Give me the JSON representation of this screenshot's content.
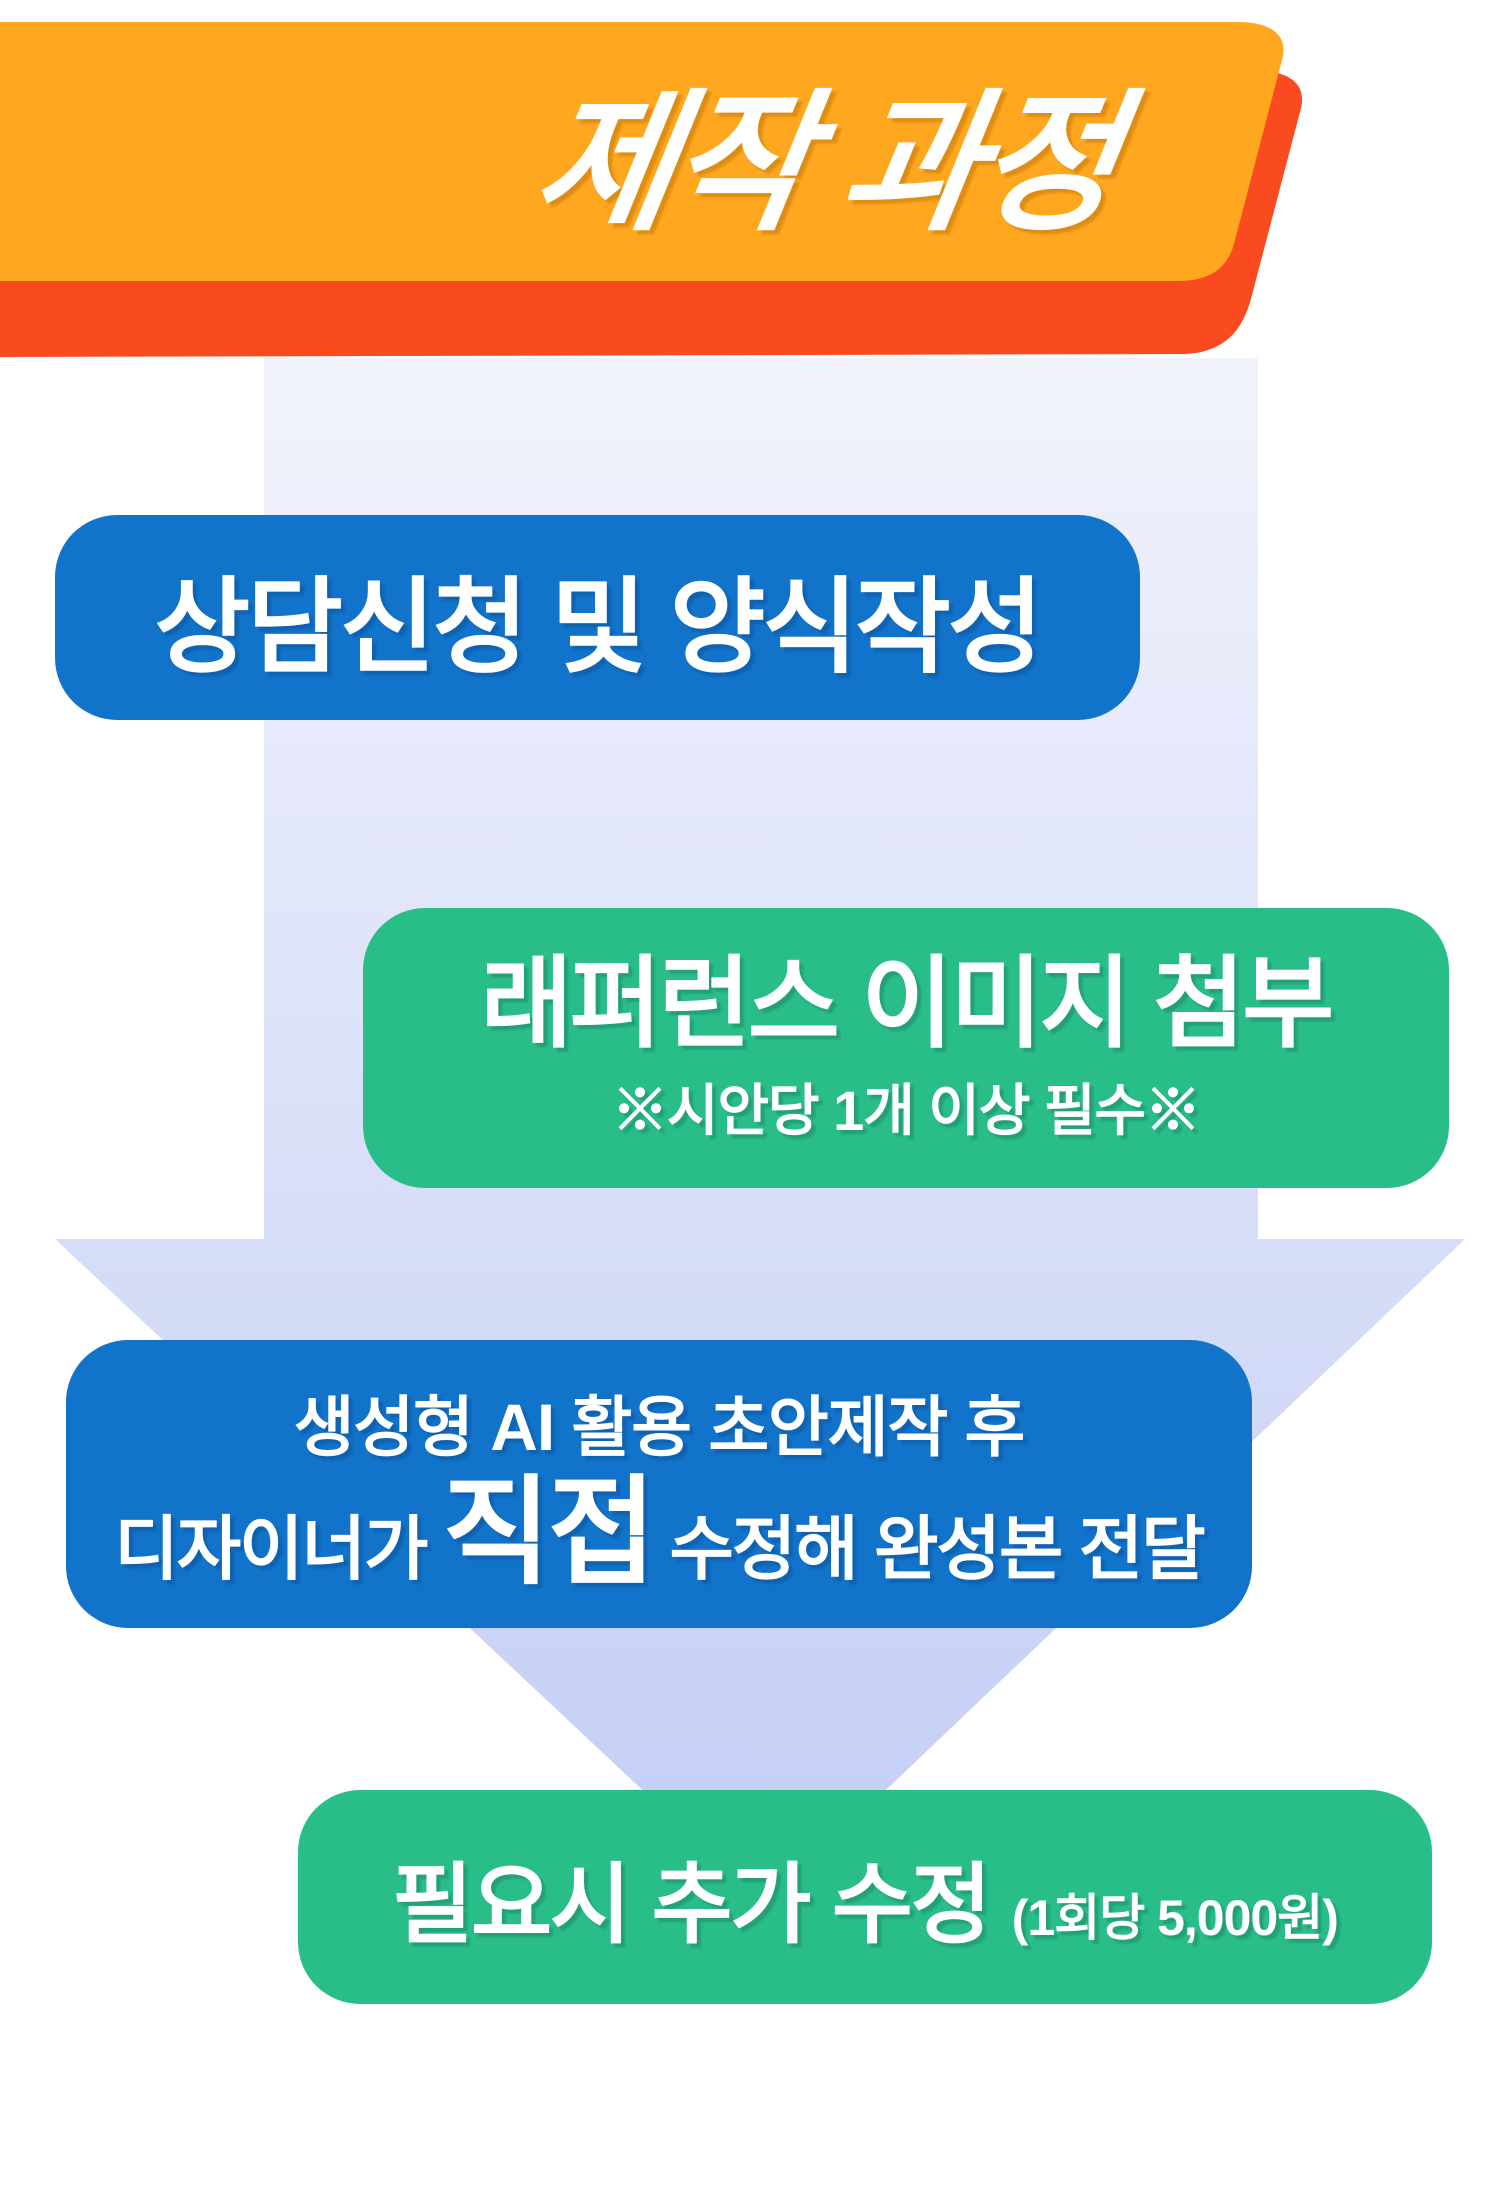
{
  "title": "제작 과정",
  "steps": {
    "step1": {
      "label": "상담신청 및 양식작성"
    },
    "step2": {
      "label": "래퍼런스 이미지 첨부",
      "note": "※시안당 1개 이상 필수※"
    },
    "step3": {
      "line1": "생성형 AI 활용 초안제작 후",
      "line2_prefix": "디자이너가",
      "line2_emphasis": "직접",
      "line2_suffix": "수정해 완성본 전달"
    },
    "step4": {
      "label": "필요시 추가 수정",
      "note": "(1회당 5,000원)"
    }
  },
  "colors": {
    "banner-orange": "#FFA71F",
    "banner-red": "#FA4A1F",
    "step-blue": "#1173C9",
    "step-green": "#29BE87",
    "arrow-top": "#F1F3FB",
    "arrow-bottom": "#C3CDF5",
    "text-white": "#FFFFFF"
  }
}
